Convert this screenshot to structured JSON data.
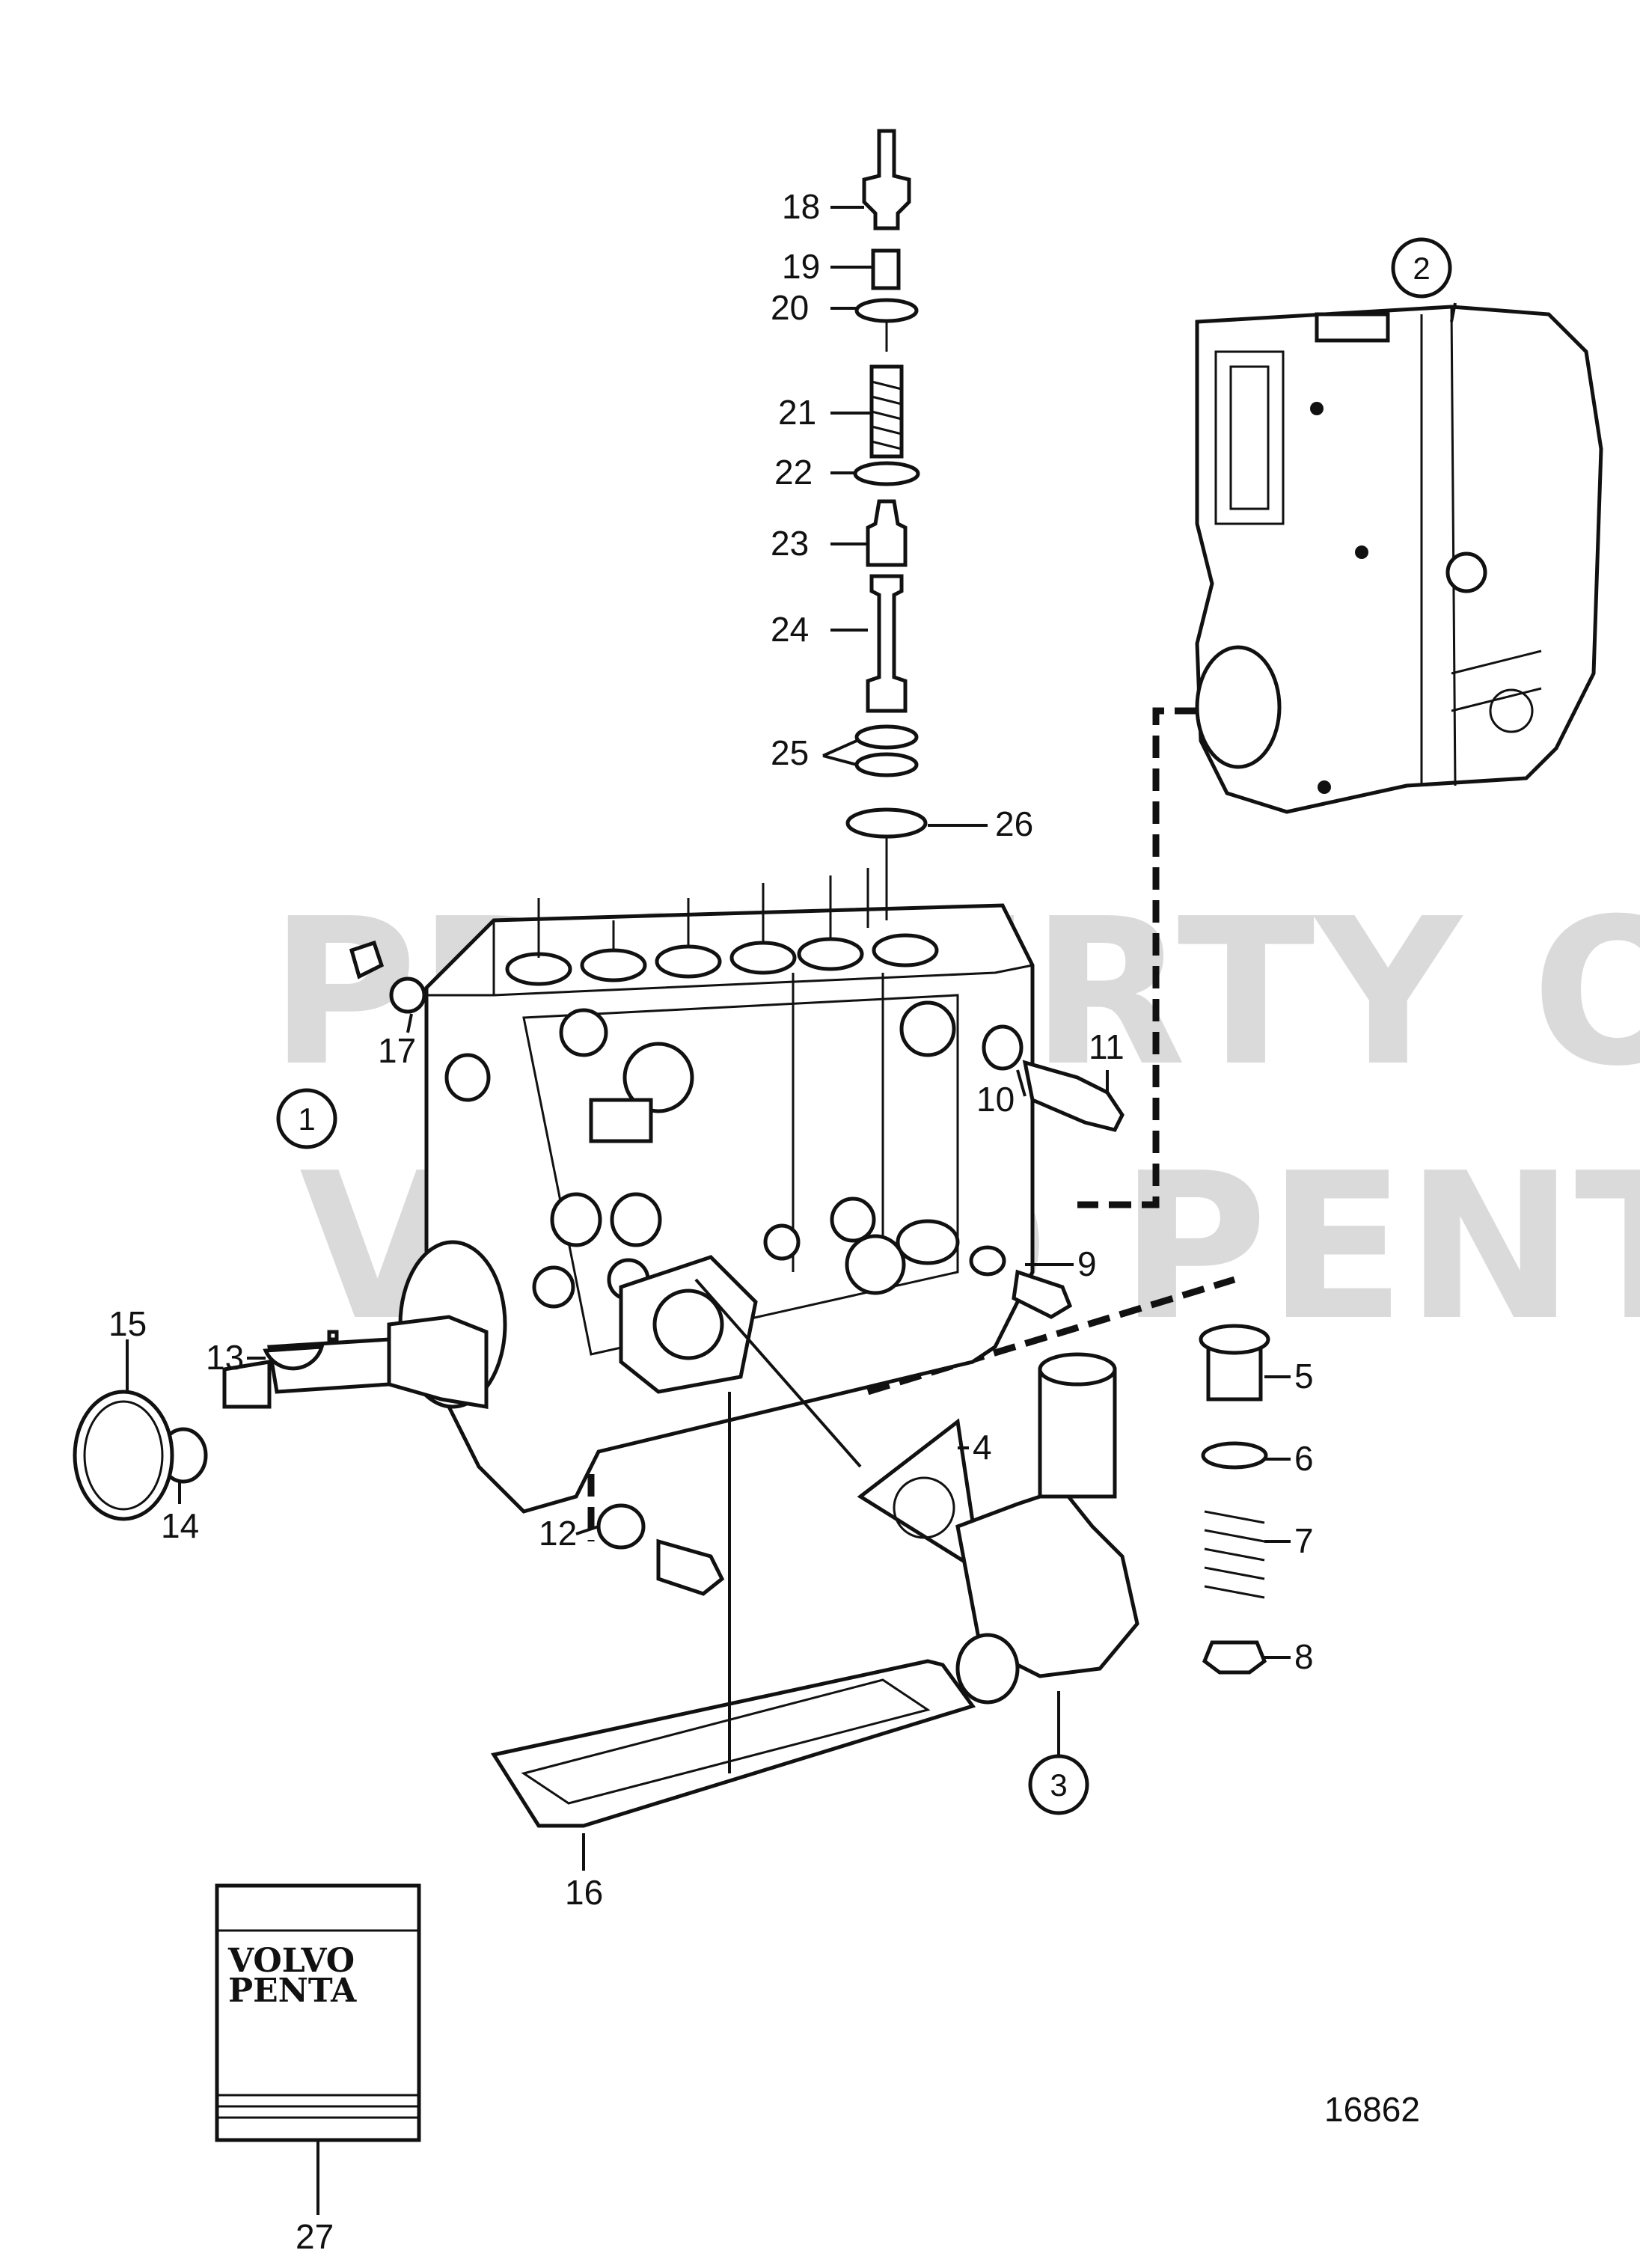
{
  "watermark": {
    "line1": "PROPERTY OF",
    "line2": "VOLVO PENTA"
  },
  "figure_number": "16862",
  "book_brand": {
    "line1": "VOLVO",
    "line2": "PENTA"
  },
  "callouts": {
    "c1": "1",
    "c2": "2",
    "c3": "3",
    "c4": "4",
    "c5": "5",
    "c6": "6",
    "c7": "7",
    "c8": "8",
    "c9": "9",
    "c10": "10",
    "c11": "11",
    "c12": "12",
    "c13": "13",
    "c14": "14",
    "c15": "15",
    "c16": "16",
    "c17": "17",
    "c18": "18",
    "c19": "19",
    "c20": "20",
    "c21": "21",
    "c22": "22",
    "c23": "23",
    "c24": "24",
    "c25": "25",
    "c26": "26",
    "c27": "27"
  }
}
